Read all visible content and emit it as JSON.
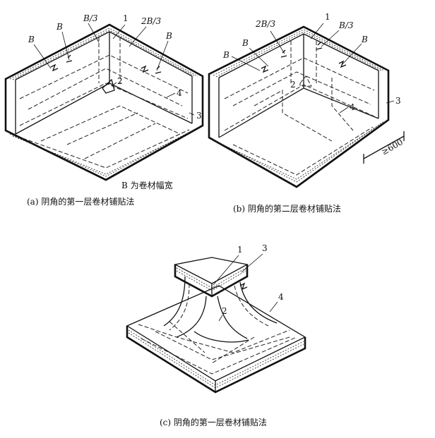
{
  "labels_a": {
    "b_left": "B",
    "b_top": "B",
    "b3": "B/3",
    "n1": "1",
    "two_b3": "2B/3",
    "b_right": "B",
    "n2": "2",
    "n4": "4",
    "n3": "3"
  },
  "labels_b": {
    "two_b3": "2B/3",
    "n1": "1",
    "b3": "B/3",
    "b_left": "B",
    "b_mid": "B",
    "b_right": "B",
    "n2": "2",
    "n4": "4",
    "n3": "3",
    "dim": "≥600"
  },
  "labels_c": {
    "n1": "1",
    "n3": "3",
    "n4": "4",
    "n2": "2"
  },
  "notes": {
    "b_note": "B 为卷材幅宽"
  },
  "captions": {
    "a": "(a) 阴角的第一层卷材铺贴法",
    "b": "(b) 阴角的第二层卷材铺贴法",
    "c": "(c) 阴角的第一层卷材铺贴法"
  }
}
